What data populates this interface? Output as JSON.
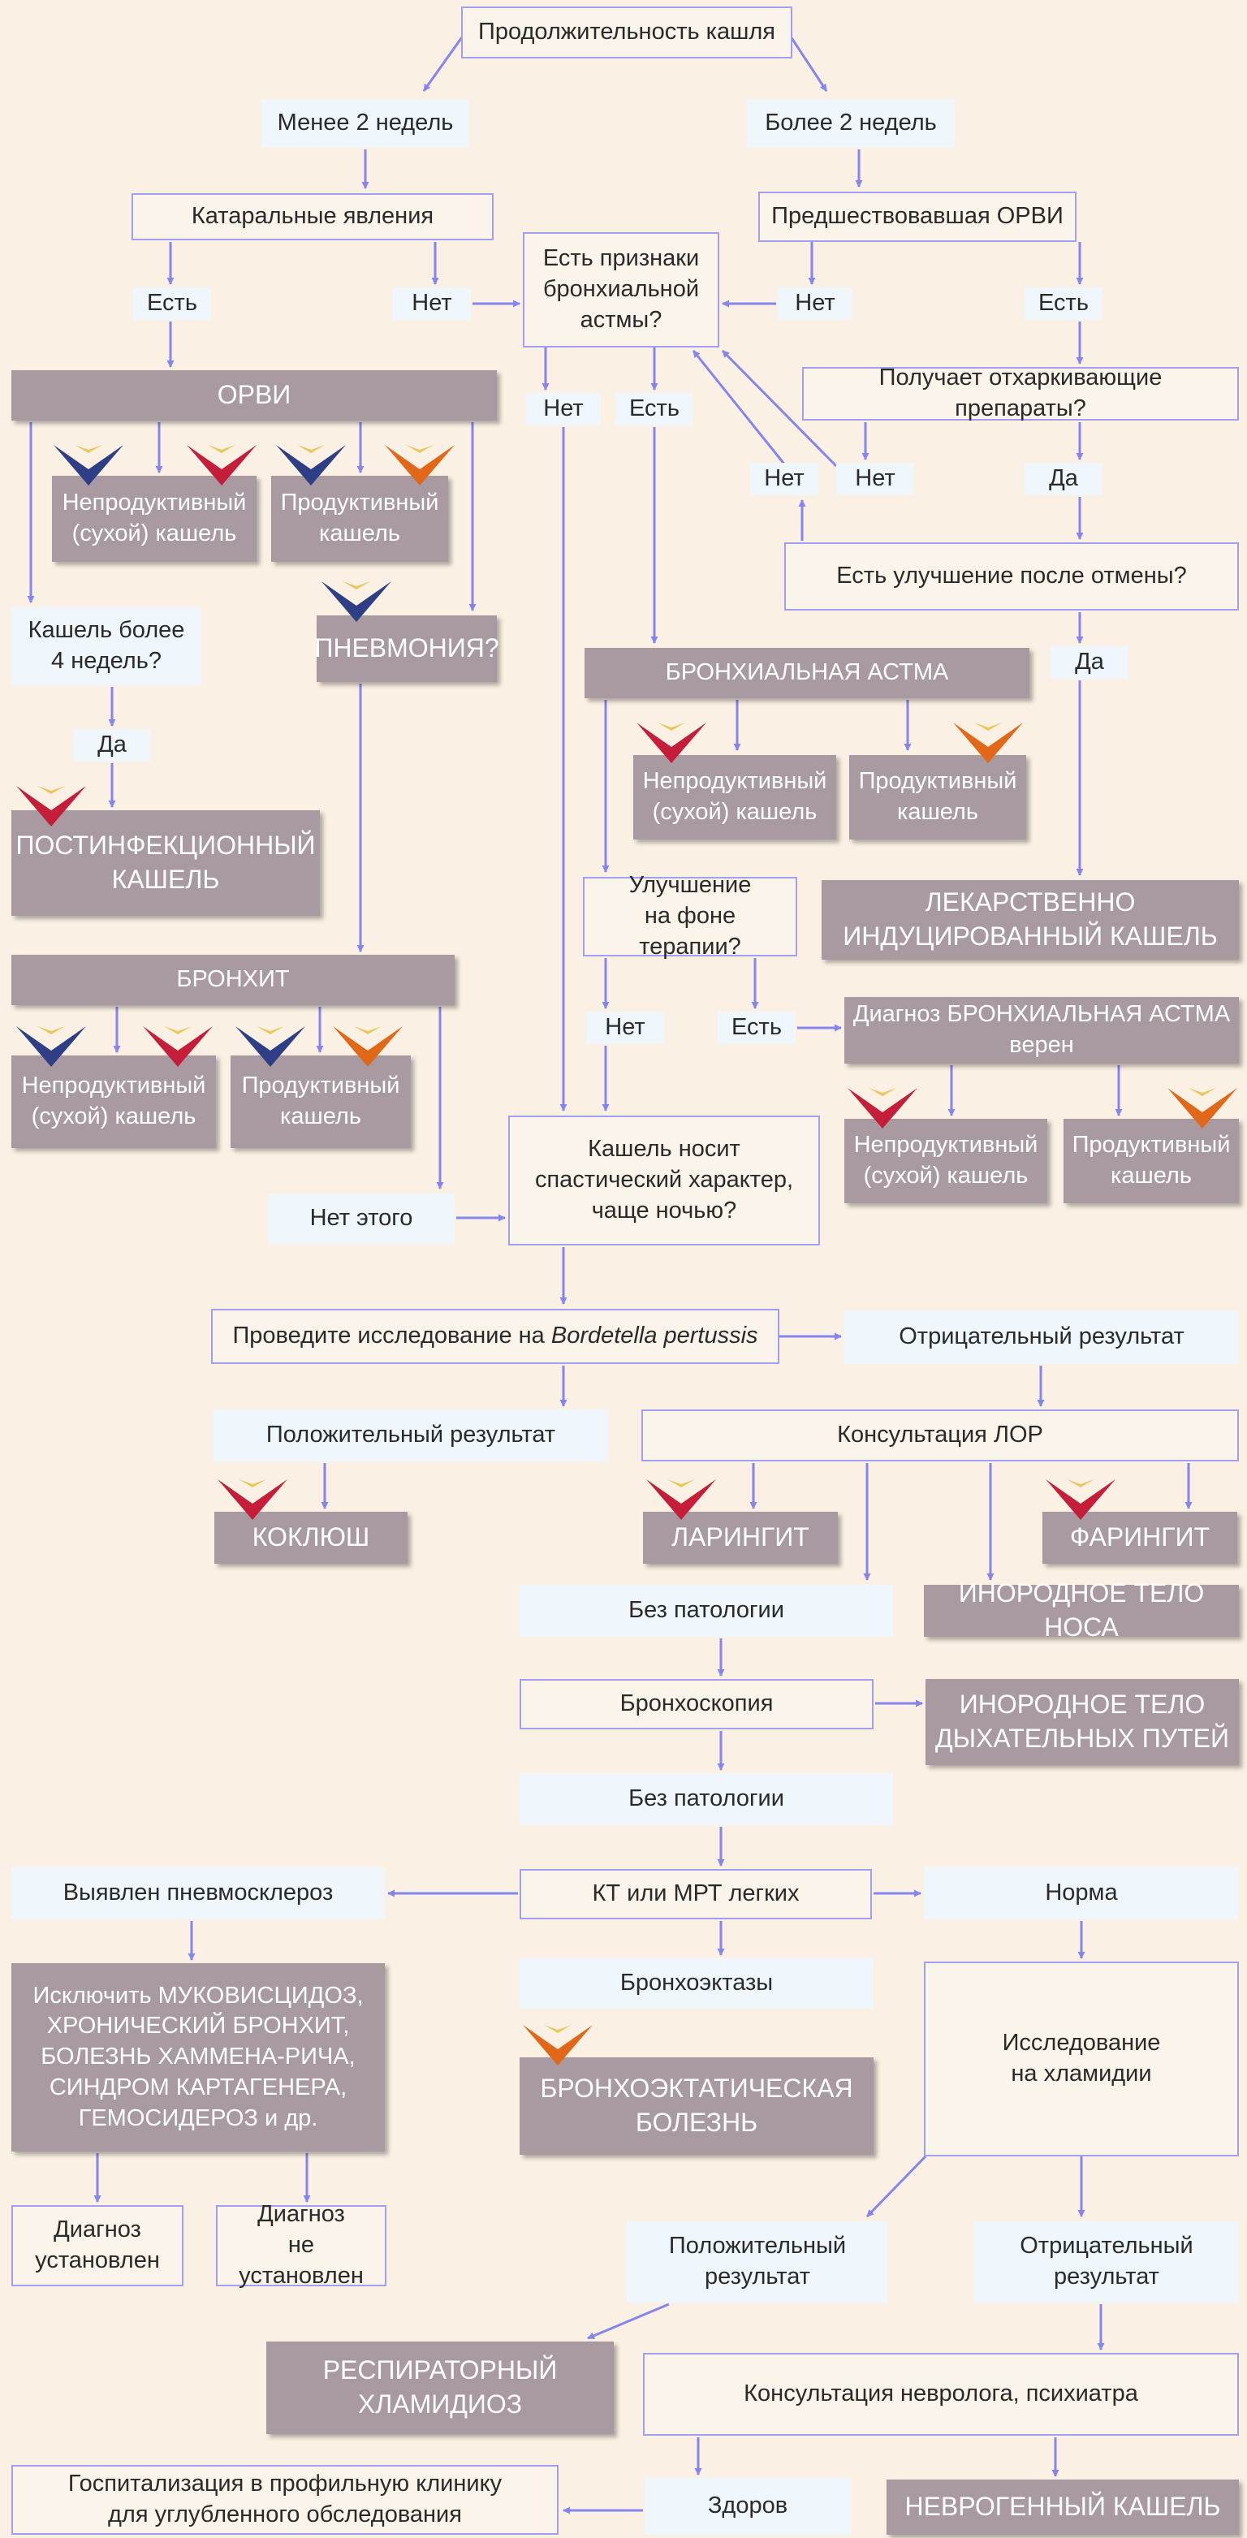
{
  "nodes": {
    "n_duration": "Продолжительность кашля",
    "n_less2": "Менее 2 недель",
    "n_more2": "Более 2 недель",
    "n_catarrh": "Катаральные явления",
    "n_prev_arvi": "Предшествовавшая ОРВИ",
    "n_yes1": "Есть",
    "n_no1": "Нет",
    "n_asthma_q": "Есть признаки\nбронхиальной\nастмы?",
    "n_no2": "Нет",
    "n_yes2": "Есть",
    "n_arvi": "ОРВИ",
    "n_no3": "Нет",
    "n_yes3": "Есть",
    "n_expect_q": "Получает отхаркивающие препараты?",
    "n_np_arvi": "Непродуктивный\n(сухой) кашель",
    "n_p_arvi": "Продуктивный\nкашель",
    "n_no4": "Нет",
    "n_no5": "Нет",
    "n_yes4": "Да",
    "n_improve_q": "Есть улучшение после отмены?",
    "n_cough4": "Кашель более\n4 недель?",
    "n_pneumonia": "ПНЕВМОНИЯ?",
    "n_asthma": "БРОНХИАЛЬНАЯ АСТМА",
    "n_yes5": "Да",
    "n_yes6": "Да",
    "n_np_asthma": "Непродуктивный\n(сухой) кашель",
    "n_p_asthma": "Продуктивный\nкашель",
    "n_postinf": "ПОСТИНФЕКЦИОННЫЙ\nКАШЕЛЬ",
    "n_drug": "ЛЕКАРСТВЕННО\nИНДУЦИРОВАННЫЙ КАШЕЛЬ",
    "n_therapy_q": "Улучшение\nна фоне терапии?",
    "n_bronchitis": "БРОНХИТ",
    "n_no6": "Нет",
    "n_yes7": "Есть",
    "n_asthma_dx": "Диагноз БРОНХИАЛЬНАЯ АСТМА\nверен",
    "n_np_bronch": "Непродуктивный\n(сухой) кашель",
    "n_p_bronch": "Продуктивный\nкашель",
    "n_np_dx": "Непродуктивный\n(сухой) кашель",
    "n_p_dx": "Продуктивный\nкашель",
    "n_spastic_q": "Кашель носит\nспастический характер,\nчаще ночью?",
    "n_none": "Нет этого",
    "n_pertussis_pre": "Проведите исследование на ",
    "n_pertussis_it": "Bordetella pertussis",
    "n_negative1": "Отрицательный результат",
    "n_positive1": "Положительный результат",
    "n_ent": "Консультация ЛОР",
    "n_whooping": "КОКЛЮШ",
    "n_laryngitis": "ЛАРИНГИТ",
    "n_pharyngitis": "ФАРИНГИТ",
    "n_nopath1": "Без патологии",
    "n_foreign_nose": "ИНОРОДНОЕ ТЕЛО НОСА",
    "n_bronchoscopy": "Бронхоскопия",
    "n_foreign_air": "ИНОРОДНОЕ ТЕЛО\nДЫХАТЕЛЬНЫХ ПУТЕЙ",
    "n_nopath2": "Без патологии",
    "n_pneumosclerosis": "Выявлен пневмосклероз",
    "n_ct": "КТ или МРТ легких",
    "n_norm": "Норма",
    "n_bronchiect": "Бронхоэктазы",
    "n_exclude": "Исключить МУКОВИСЦИДОЗ,\nХРОНИЧЕСКИЙ БРОНХИТ,\nБОЛЕЗНЬ ХАММЕНА-РИЧА,\nСИНДРОМ КАРТАГЕНЕРА,\nГЕМОСИДЕРОЗ и др.",
    "n_chlamydia": "Исследование\nна хламидии",
    "n_bronchiect_dis": "БРОНХОЭКТАТИЧЕСКАЯ\nБОЛЕЗНЬ",
    "n_dx_yes": "Диагноз\nустановлен",
    "n_dx_no": "Диагноз\nне установлен",
    "n_positive2": "Положительный\nрезультат",
    "n_negative2": "Отрицательный\nрезультат",
    "n_resp_chlam": "РЕСПИРАТОРНЫЙ\nХЛАМИДИОЗ",
    "n_neuro": "Консультация невролога, психиатра",
    "n_hosp": "Госпитализация в профильную клинику\nдля углубленного обследования",
    "n_healthy": "Здоров",
    "n_neurogenic": "НЕВРОГЕННЫЙ КАШЕЛЬ"
  },
  "colors": {
    "arrow": "#8585ee",
    "node_border": "#a0a0ee",
    "gray_box": "#a89aa0",
    "background": "#faf0e3",
    "chevron_blue": "#2f3f86",
    "chevron_red": "#c41e3a",
    "chevron_orange": "#e06818"
  },
  "markers": {
    "n_np_arvi": [
      "chevron_blue",
      "chevron_red"
    ],
    "n_p_arvi": [
      "chevron_blue",
      "chevron_orange"
    ],
    "n_pneumonia": [
      "chevron_blue"
    ],
    "n_postinf": [
      "chevron_red"
    ],
    "n_np_asthma": [
      "chevron_red"
    ],
    "n_p_asthma": [
      "chevron_orange"
    ],
    "n_np_bronch": [
      "chevron_blue",
      "chevron_red"
    ],
    "n_p_bronch": [
      "chevron_blue",
      "chevron_orange"
    ],
    "n_np_dx": [
      "chevron_red"
    ],
    "n_p_dx": [
      "chevron_orange"
    ],
    "n_whooping": [
      "chevron_red"
    ],
    "n_laryngitis": [
      "chevron_red"
    ],
    "n_pharyngitis": [
      "chevron_red"
    ],
    "n_bronchiect_dis": [
      "chevron_orange"
    ]
  }
}
